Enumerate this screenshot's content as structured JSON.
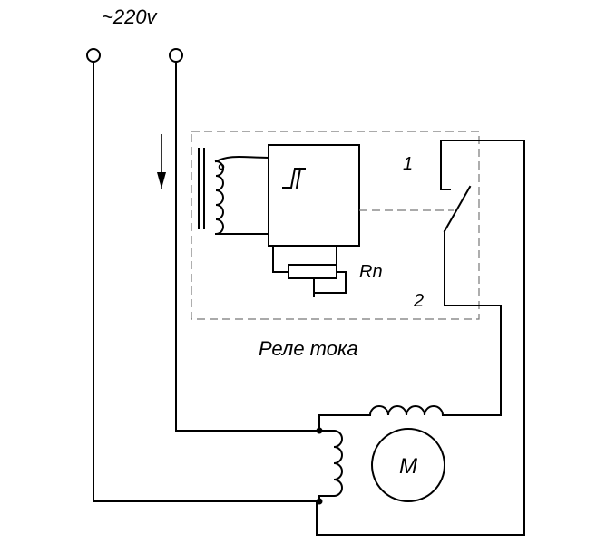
{
  "supply": {
    "voltage_label": "~220v"
  },
  "relay": {
    "caption": "Реле тока",
    "resistor_label": "Rn",
    "contact_1_label": "1",
    "contact_2_label": "2"
  },
  "motor": {
    "label": "M"
  }
}
